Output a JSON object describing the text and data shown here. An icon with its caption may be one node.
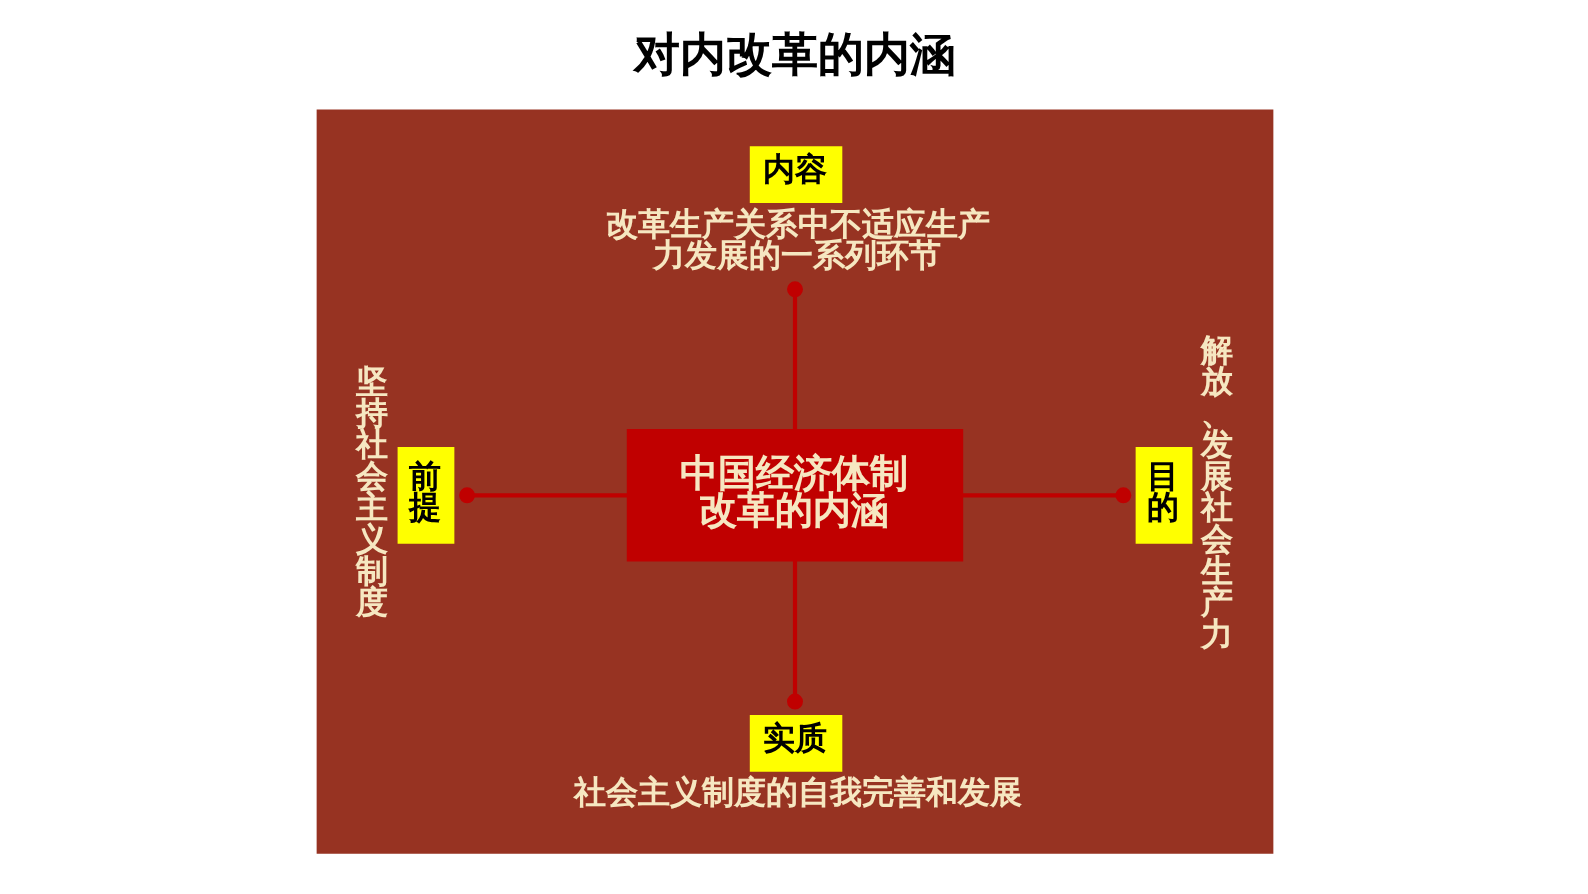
{
  "diagram": {
    "title": "对内改革的内涵",
    "nodes": [
      {
        "text": [],
        "shape": "box"
      },
      {
        "text": [
          "内容"
        ],
        "in": 0,
        "beside": [
          "改革生产关系中不适应生产力发展的一系列环节"
        ]
      },
      {
        "text": [
          "前提"
        ],
        "in": 0,
        "beside": [
          "坚持社会主义制度"
        ]
      },
      {
        "text": [
          "中国经济体制改革的内涵"
        ],
        "in": 0
      },
      {
        "text": [
          "目的"
        ],
        "in": 0,
        "beside": [
          "解放、发展社会生产力"
        ]
      },
      {
        "text": [
          "实质"
        ],
        "in": 0,
        "beside": [
          "社会主义制度的自我完善和发展"
        ]
      }
    ],
    "edges": [
      {
        "from": 1,
        "to": 3,
        "arrow": "other"
      },
      {
        "from": 2,
        "to": 3,
        "arrow": "other"
      },
      {
        "from": 3,
        "to": 4,
        "arrow": "other"
      },
      {
        "from": 3,
        "to": 5,
        "arrow": "other"
      }
    ]
  }
}
